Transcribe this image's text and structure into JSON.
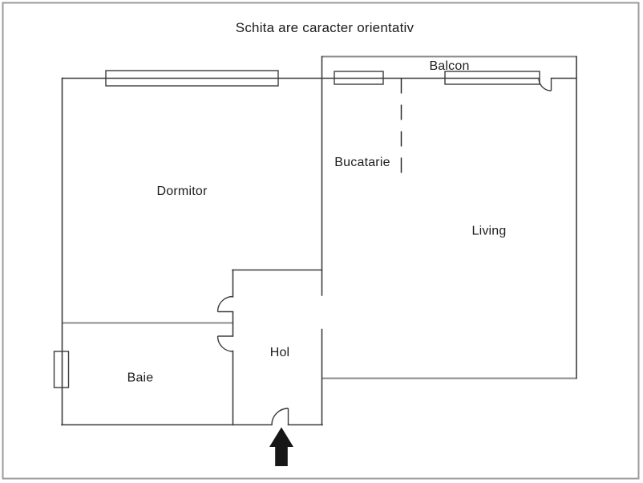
{
  "title": "Schita are caracter orientativ",
  "rooms": {
    "dormitor": "Dormitor",
    "bucatarie": "Bucatarie",
    "living": "Living",
    "hol": "Hol",
    "baie": "Baie",
    "balcon": "Balcon"
  },
  "colors": {
    "wall": "#3d3d3d",
    "wall_light": "#8c8c8c",
    "frame": "#9b9b9b",
    "window": "#3b3b3b",
    "door": "#3d3d3d",
    "divider": "#2b2b2b",
    "text": "#1d1d1d",
    "arrow": "#171717",
    "background": "#ffffff"
  }
}
